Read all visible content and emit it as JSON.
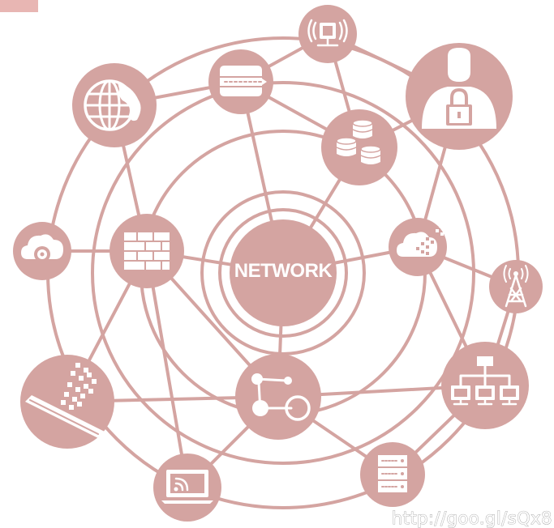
{
  "colors": {
    "primary": "#d4a4a1",
    "on_primary": "#ffffff",
    "corner_tab": "#e8b6b3",
    "watermark_outline": "#9a9a9a"
  },
  "center": {
    "label": "NETWORK"
  },
  "nodes": [
    {
      "name": "network-hub",
      "icon": "network-text-icon"
    },
    {
      "name": "wireless-monitor",
      "icon": "wireless-monitor-icon"
    },
    {
      "name": "globe",
      "icon": "globe-icon"
    },
    {
      "name": "pipeline-storage",
      "icon": "cylinder-pipe-icon"
    },
    {
      "name": "security-user",
      "icon": "user-lock-icon"
    },
    {
      "name": "database",
      "icon": "database-stack-icon"
    },
    {
      "name": "cloud-settings",
      "icon": "cloud-gear-icon"
    },
    {
      "name": "firewall",
      "icon": "brick-wall-icon"
    },
    {
      "name": "cloud-pixels",
      "icon": "cloud-pixel-icon"
    },
    {
      "name": "antenna-tower",
      "icon": "antenna-tower-icon"
    },
    {
      "name": "tablet-pixels",
      "icon": "tablet-pixel-icon"
    },
    {
      "name": "share-molecule",
      "icon": "share-molecule-icon"
    },
    {
      "name": "hierarchy-computers",
      "icon": "hierarchy-computers-icon"
    },
    {
      "name": "laptop-wifi",
      "icon": "laptop-wifi-icon"
    },
    {
      "name": "server-rack",
      "icon": "server-rack-icon"
    }
  ],
  "watermark": "http://goo.gl/sQx8"
}
